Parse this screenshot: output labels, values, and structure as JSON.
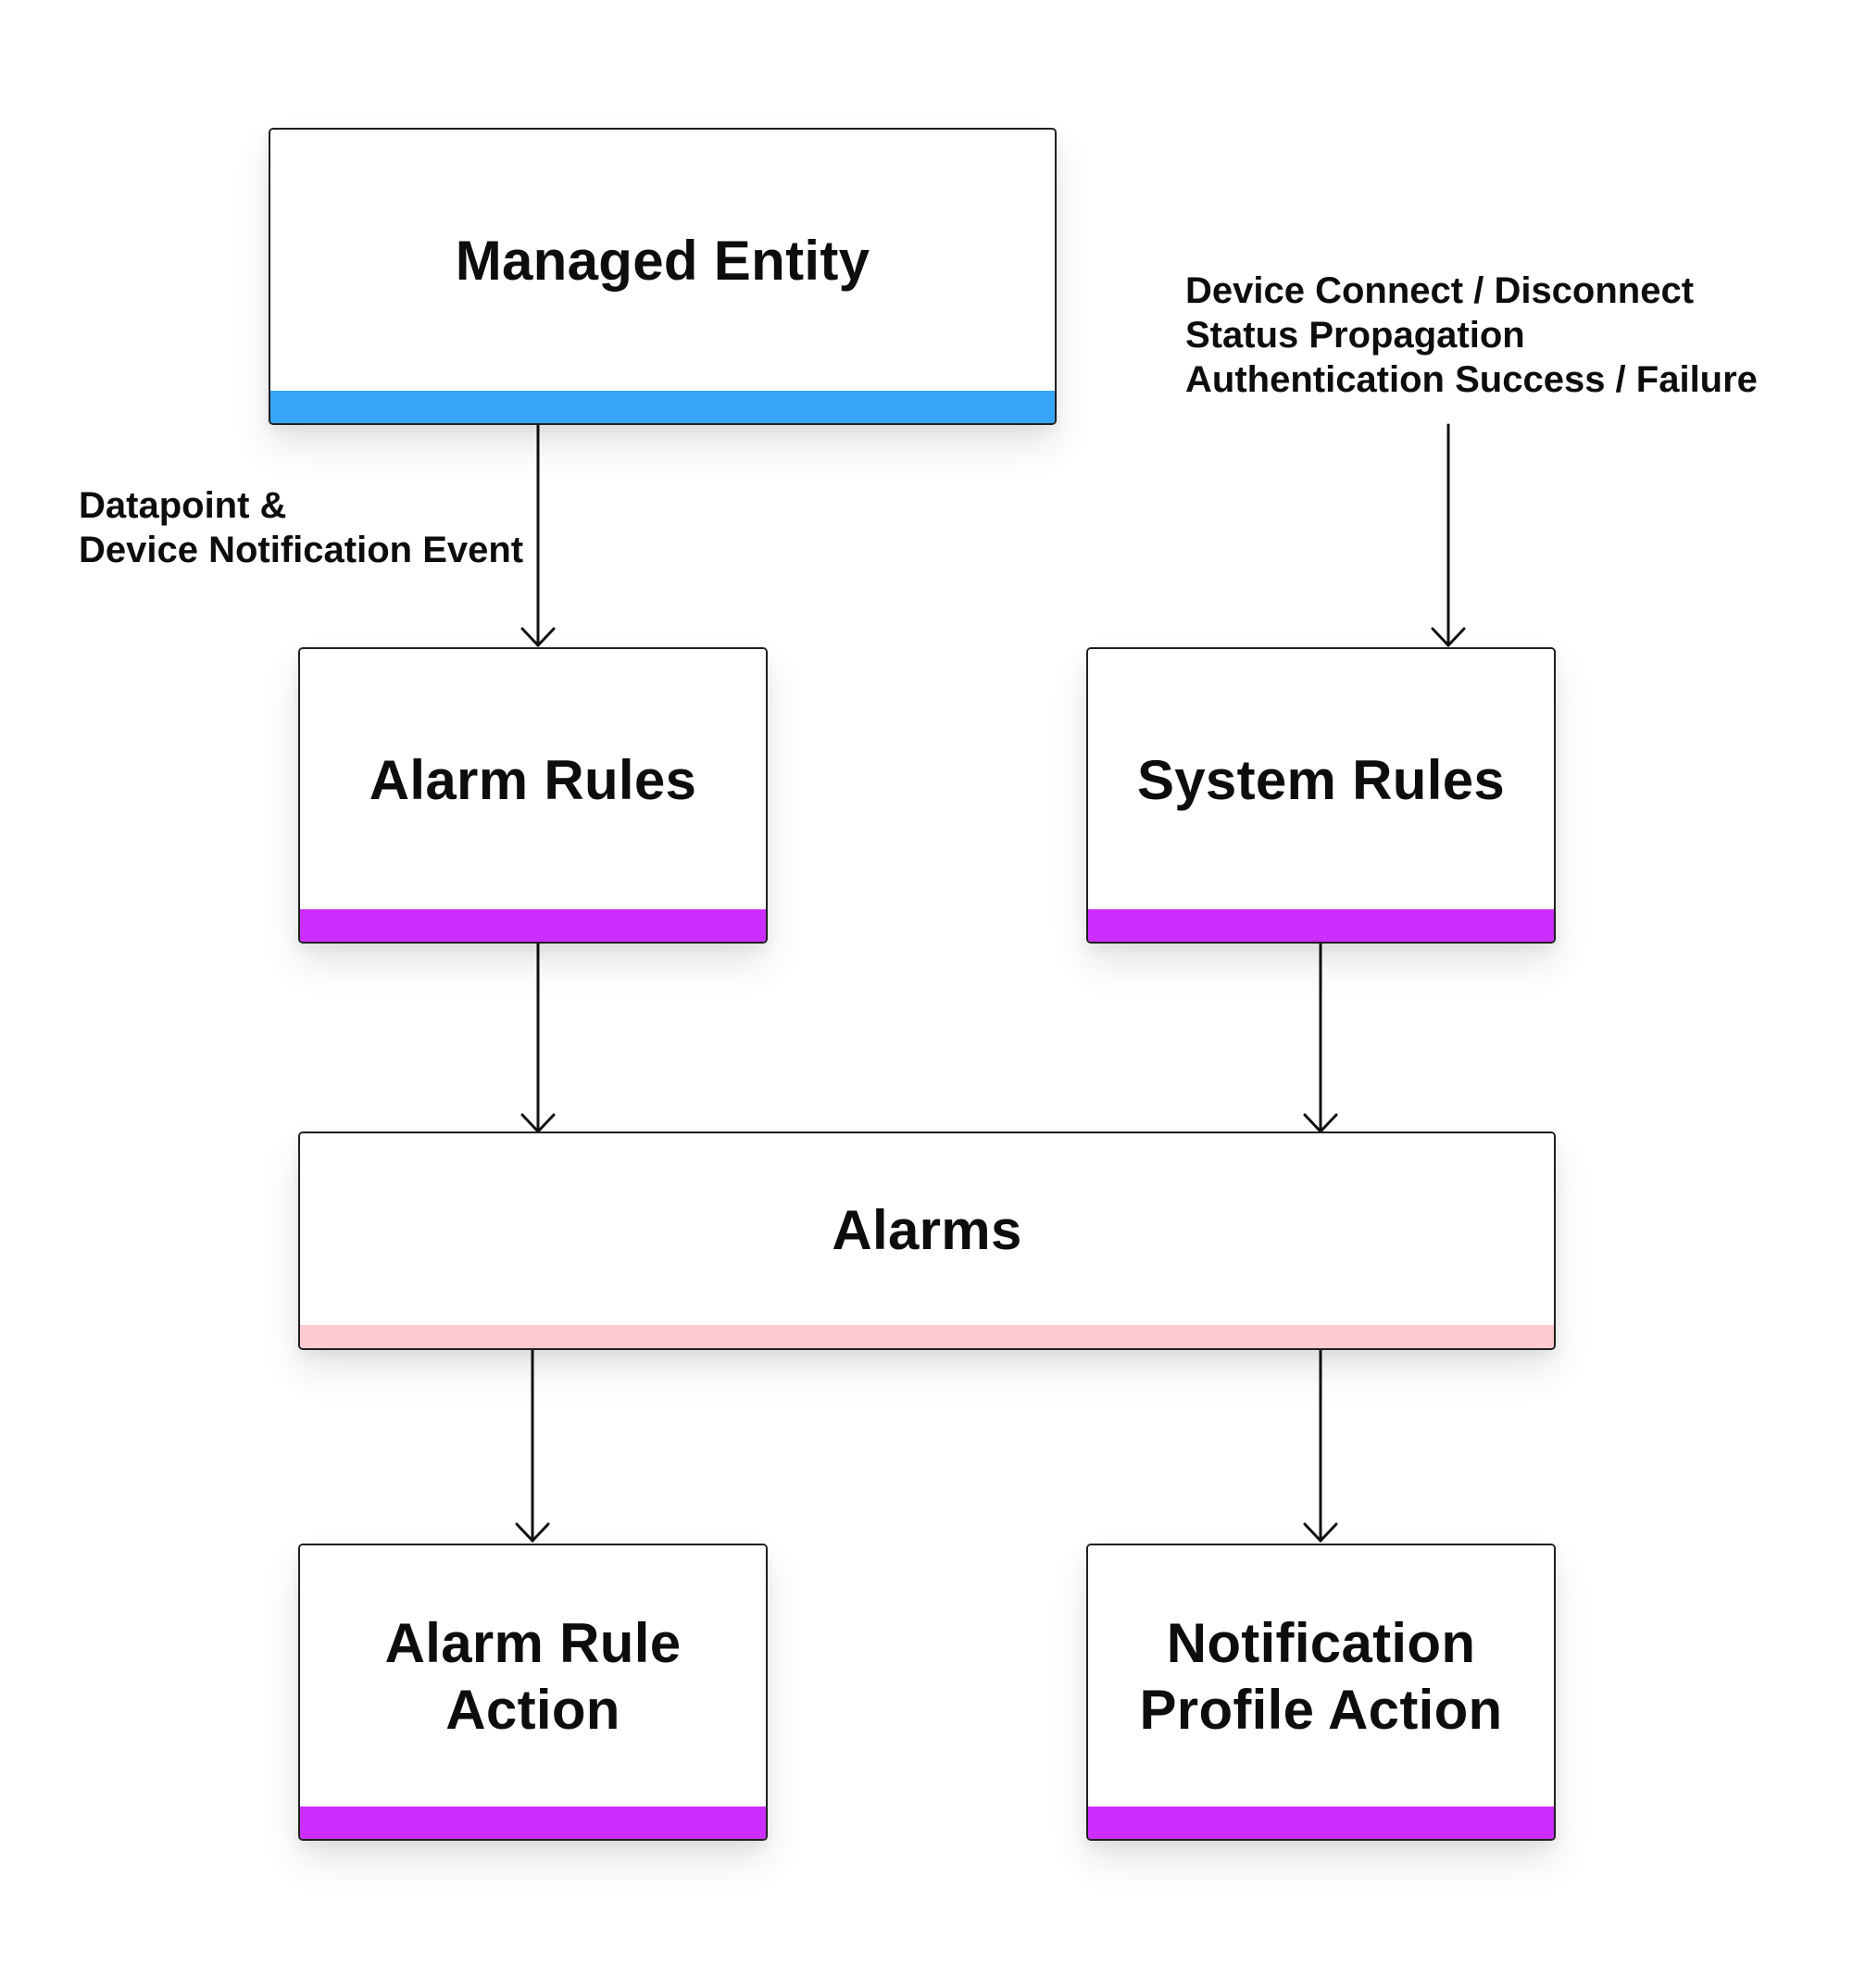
{
  "nodes": {
    "managed_entity": {
      "label": "Managed Entity",
      "bar_color": "#36a6f8"
    },
    "alarm_rules": {
      "label": "Alarm Rules",
      "bar_color": "#cc2eff"
    },
    "system_rules": {
      "label": "System Rules",
      "bar_color": "#cc2eff"
    },
    "alarms": {
      "label": "Alarms",
      "bar_color": "#ffcbd0"
    },
    "alarm_rule_action": {
      "label": "Alarm Rule\nAction",
      "bar_color": "#cc2eff"
    },
    "notification_profile_action": {
      "label": "Notification\nProfile Action",
      "bar_color": "#cc2eff"
    }
  },
  "annotations": {
    "datapoint_event": [
      "Datapoint &",
      "Device Notification Event"
    ],
    "system_events": [
      "Device Connect / Disconnect",
      "Status Propagation",
      "Authentication Success / Failure"
    ]
  },
  "edges": [
    {
      "from": "managed_entity",
      "to": "alarm_rules"
    },
    {
      "from": "system_events",
      "to": "system_rules"
    },
    {
      "from": "alarm_rules",
      "to": "alarms"
    },
    {
      "from": "system_rules",
      "to": "alarms"
    },
    {
      "from": "alarms",
      "to": "alarm_rule_action"
    },
    {
      "from": "alarms",
      "to": "notification_profile_action"
    }
  ]
}
